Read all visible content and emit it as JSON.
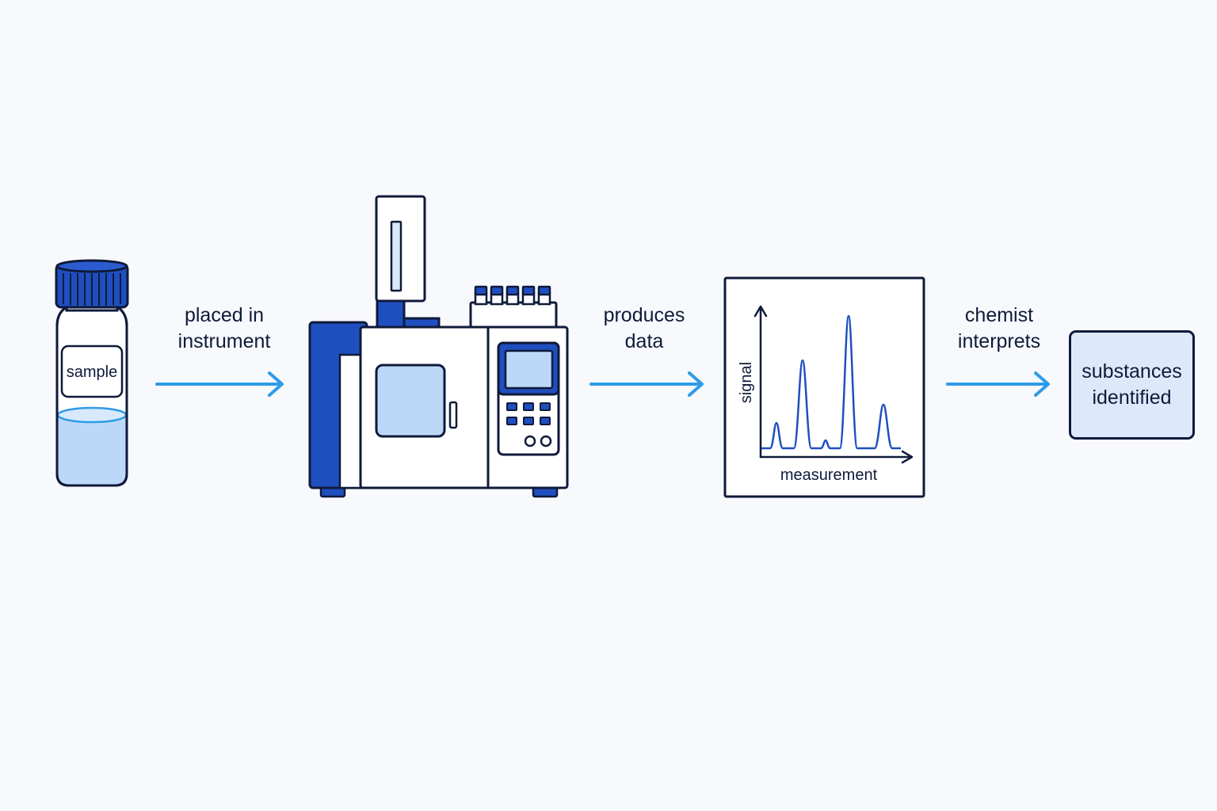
{
  "vial": {
    "label": "sample"
  },
  "steps": [
    {
      "line1": "placed in",
      "line2": "instrument"
    },
    {
      "line1": "produces",
      "line2": "data"
    },
    {
      "line1": "chemist",
      "line2": "interprets"
    }
  ],
  "plot": {
    "xlabel": "measurement",
    "ylabel": "signal"
  },
  "result": {
    "line1": "substances",
    "line2": "identified"
  },
  "colors": {
    "ink": "#0f1a3a",
    "instrument_blue": "#1f4fbf",
    "arrow_blue": "#2e9be8",
    "light_blue": "#bcd8f8",
    "result_fill": "#dbe9fb",
    "peak_line": "#1f4fbf"
  }
}
